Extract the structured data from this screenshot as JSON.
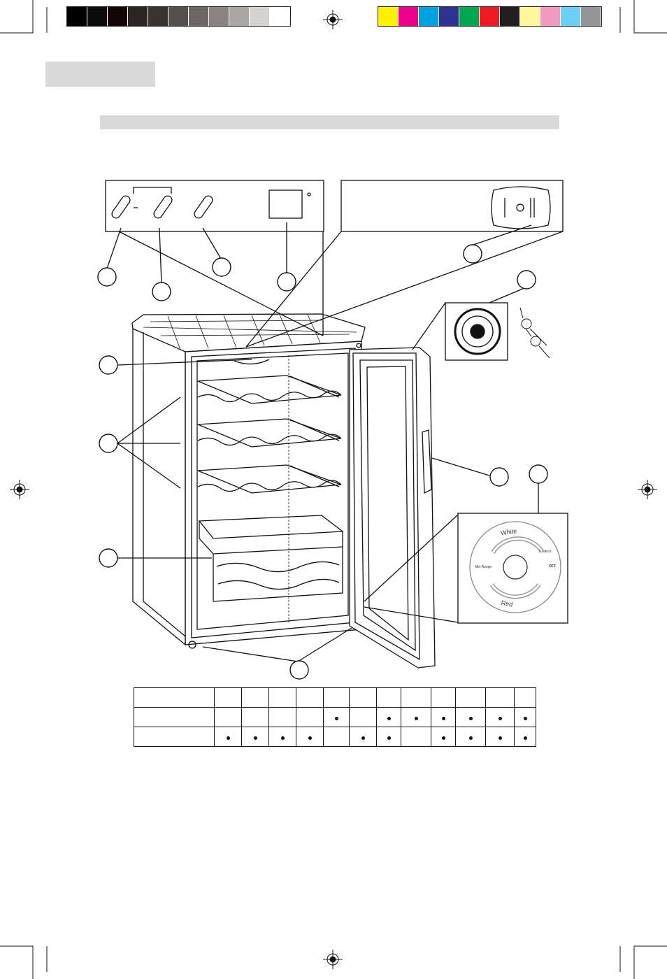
{
  "print_marks": {
    "color_bar": [
      "#000000",
      "#0b0b0b",
      "#140606",
      "#2a2523",
      "#3a3431",
      "#54504d",
      "#6c6765",
      "#8a8381",
      "#aaa6a3",
      "#d5d2cf",
      "#ffffff"
    ],
    "process_bar": [
      "#fff200",
      "#ec008c",
      "#00a0e3",
      "#2e3192",
      "#00a651",
      "#ed1c24",
      "#231f20",
      "#fff799",
      "#f49ac1",
      "#6dcff6",
      "#939598"
    ]
  },
  "thermostat_dial": {
    "upper_label": "White",
    "lower_label": "Red",
    "left_label": "Mid Range",
    "top_right_label": "Coldest",
    "right_label": "OFF"
  },
  "feature_table": {
    "rows": [
      [
        "",
        "",
        "",
        "",
        "",
        "",
        "",
        "",
        "",
        "",
        "",
        ""
      ],
      [
        false,
        false,
        false,
        false,
        true,
        false,
        true,
        true,
        true,
        true,
        true,
        true
      ],
      [
        true,
        true,
        true,
        true,
        false,
        true,
        true,
        false,
        true,
        true,
        true,
        true
      ]
    ]
  }
}
